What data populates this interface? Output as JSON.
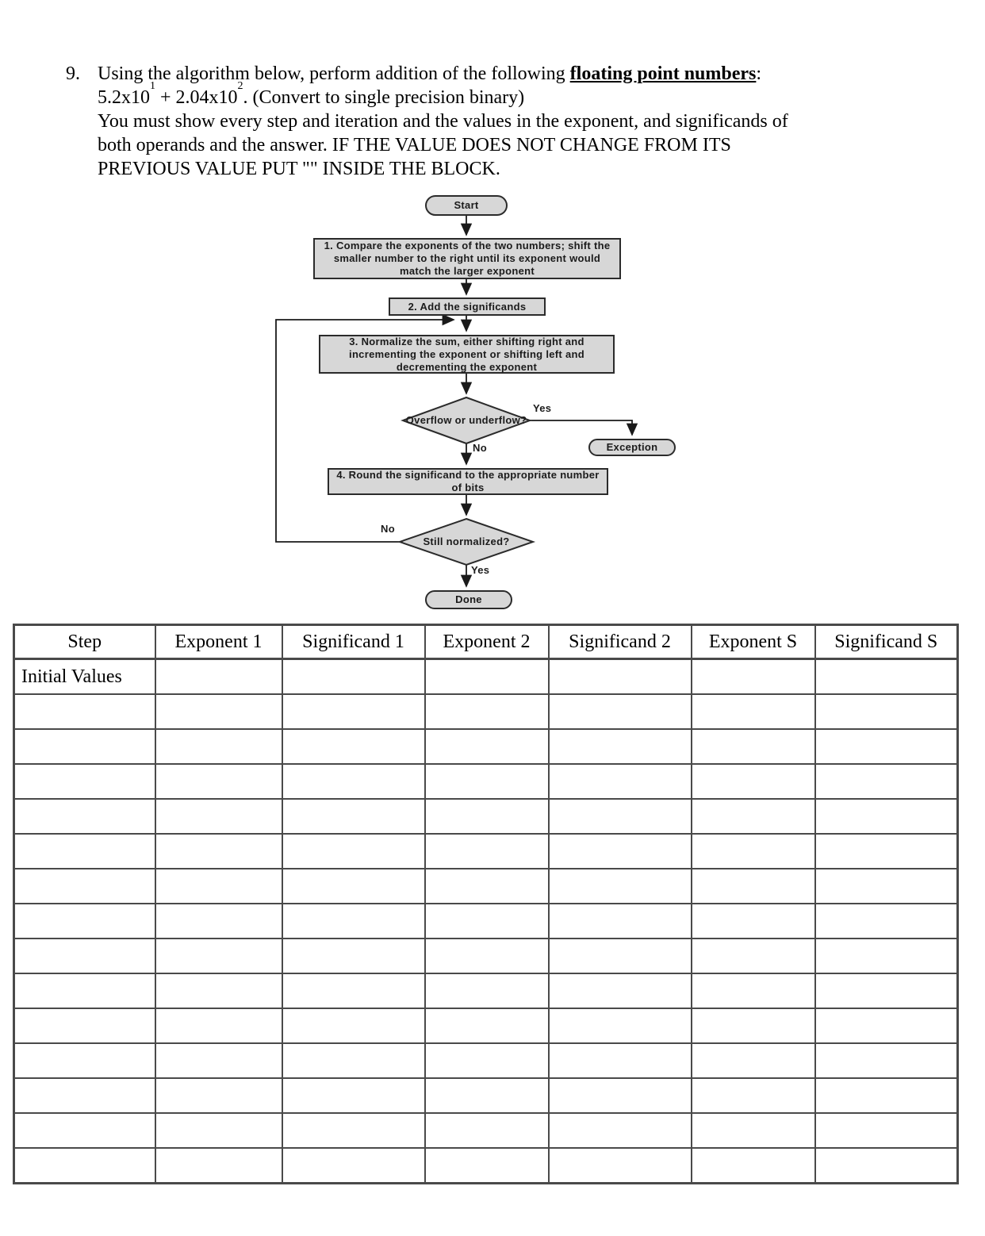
{
  "question": {
    "number": "9.",
    "intro": "Using the algorithm below, perform addition of the following ",
    "intro_emph": "floating point numbers",
    "intro_tail": ":",
    "expr_a": "5.2x10",
    "expr_a_sup": "1",
    "expr_b": " + 2.04x10",
    "expr_b_sup": "2",
    "expr_tail": ". (Convert to single precision binary)",
    "body1": "You must show every step and iteration and the values in the exponent, and significands of",
    "body2": "both operands and the answer. IF THE VALUE DOES NOT CHANGE FROM ITS",
    "body3": "PREVIOUS VALUE PUT \"\" INSIDE THE BLOCK."
  },
  "flowchart": {
    "start_label": "Start",
    "box1": "1.  Compare the exponents of the two numbers; shift the smaller number to the right until its exponent would match the larger exponent",
    "box2": "2. Add the significands",
    "box3": "3. Normalize the sum, either shifting right and incrementing the exponent or shifting left and decrementing the exponent",
    "decision1": "Overflow or underflow?",
    "decision1_yes": "Yes",
    "decision1_no": "No",
    "exception_label": "Exception",
    "box4": "4. Round the significand to the appropriate number of bits",
    "decision2": "Still normalized?",
    "decision2_no": "No",
    "decision2_yes": "Yes",
    "done_label": "Done",
    "colors": {
      "node_fill": "#d7d7d7",
      "node_border": "#2b2b2b",
      "line": "#1a1a1a"
    }
  },
  "table": {
    "headers": [
      "Step",
      "Exponent 1",
      "Significand 1",
      "Exponent 2",
      "Significand 2",
      "Exponent S",
      "Significand S"
    ],
    "rows": [
      [
        "Initial Values",
        "",
        "",
        "",
        "",
        "",
        ""
      ],
      [
        "",
        "",
        "",
        "",
        "",
        "",
        ""
      ],
      [
        "",
        "",
        "",
        "",
        "",
        "",
        ""
      ],
      [
        "",
        "",
        "",
        "",
        "",
        "",
        ""
      ],
      [
        "",
        "",
        "",
        "",
        "",
        "",
        ""
      ],
      [
        "",
        "",
        "",
        "",
        "",
        "",
        ""
      ],
      [
        "",
        "",
        "",
        "",
        "",
        "",
        ""
      ],
      [
        "",
        "",
        "",
        "",
        "",
        "",
        ""
      ],
      [
        "",
        "",
        "",
        "",
        "",
        "",
        ""
      ],
      [
        "",
        "",
        "",
        "",
        "",
        "",
        ""
      ],
      [
        "",
        "",
        "",
        "",
        "",
        "",
        ""
      ],
      [
        "",
        "",
        "",
        "",
        "",
        "",
        ""
      ],
      [
        "",
        "",
        "",
        "",
        "",
        "",
        ""
      ],
      [
        "",
        "",
        "",
        "",
        "",
        "",
        ""
      ],
      [
        "",
        "",
        "",
        "",
        "",
        "",
        ""
      ]
    ]
  }
}
